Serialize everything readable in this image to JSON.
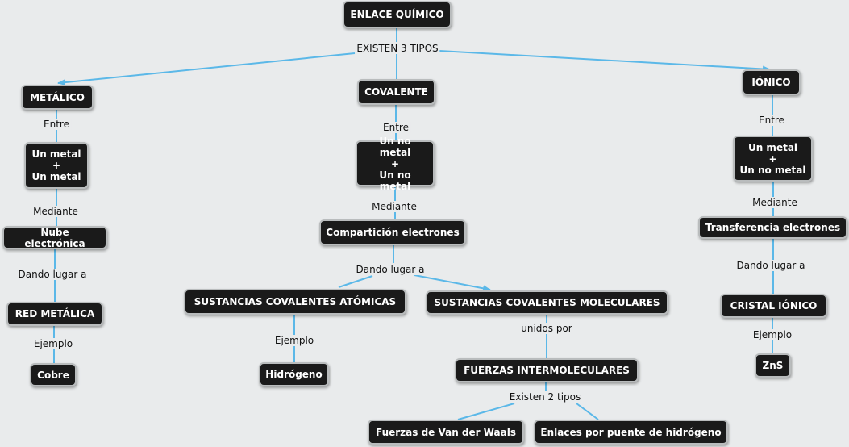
{
  "colors": {
    "background": "#e9ebec",
    "node_fill": "#1a1a1a",
    "node_text": "#ffffff",
    "link": "#5bb8e8"
  },
  "nodes": {
    "enlace": "ENLACE QUÍMICO",
    "metalico": "METÁLICO",
    "covalente": "COVALENTE",
    "ionico": "IÓNICO",
    "met_pair": "Un metal\n+\nUn metal",
    "cov_pair": "Un no metal\n+\nUn no metal",
    "ion_pair": "Un metal\n+\nUn no metal",
    "nube": "Nube electrónica",
    "comparticion": "Compartición electrones",
    "transferencia": "Transferencia electrones",
    "red_metalica": "RED METÁLICA",
    "sust_atomicas": "SUSTANCIAS COVALENTES ATÓMICAS",
    "sust_moleculares": "SUSTANCIAS COVALENTES MOLECULARES",
    "cristal": "CRISTAL IÓNICO",
    "cobre": "Cobre",
    "hidrogeno": "Hidrógeno",
    "zns": "ZnS",
    "fuerzas_inter": "FUERZAS INTERMOLECULARES",
    "van_der_waals": "Fuerzas de Van der Waals",
    "puente_h": "Enlaces por puente de hidrógeno"
  },
  "labels": {
    "existen_tipos": "EXISTEN 3 TIPOS",
    "entre_met": "Entre",
    "entre_cov": "Entre",
    "entre_ion": "Entre",
    "mediante_met": "Mediante",
    "mediante_cov": "Mediante",
    "mediante_ion": "Mediante",
    "dando_met": "Dando lugar a",
    "dando_cov": "Dando lugar a",
    "dando_ion": "Dando lugar a",
    "ejemplo_met": "Ejemplo",
    "ejemplo_cov": "Ejemplo",
    "ejemplo_ion": "Ejemplo",
    "unidos_por": "unidos por",
    "existen_2": "Existen 2 tipos"
  }
}
